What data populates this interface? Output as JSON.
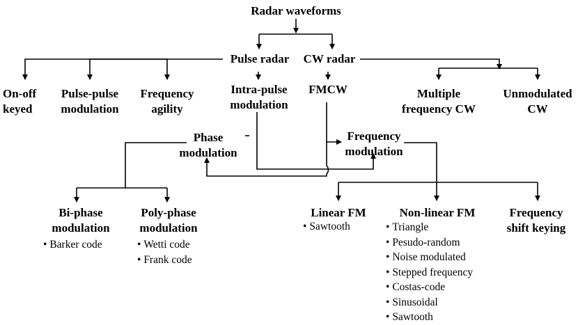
{
  "nodes": {
    "radar_waveforms": "Radar waveforms",
    "pulse_radar": "Pulse radar",
    "cw_radar": "CW radar",
    "on_off_keyed": [
      "On-off",
      "keyed"
    ],
    "pulse_pulse_modulation": [
      "Pulse-pulse",
      "modulation"
    ],
    "frequency_agility": [
      "Frequency",
      "agility"
    ],
    "intra_pulse_modulation": [
      "Intra-pulse",
      "modulation"
    ],
    "fmcw": "FMCW",
    "multiple_frequency_cw": [
      "Multiple",
      "frequency CW"
    ],
    "unmodulated_cw": [
      "Unmodulated",
      "CW"
    ],
    "phase_modulation": [
      "Phase",
      "modulation"
    ],
    "frequency_modulation": [
      "Frequency",
      "modulation"
    ],
    "bi_phase_modulation": [
      "Bi-phase",
      "modulation"
    ],
    "poly_phase_modulation": [
      "Poly-phase",
      "modulation"
    ],
    "linear_fm": "Linear FM",
    "non_linear_fm": "Non-linear FM",
    "frequency_shift_keying": [
      "Frequency",
      "shift keying"
    ]
  },
  "lists": {
    "bi_phase": [
      "Barker code"
    ],
    "poly_phase": [
      "Wetti code",
      "Frank code"
    ],
    "linear_fm": [
      "Sawtooth"
    ],
    "non_linear_fm": [
      "Triangle",
      "Pesudo-random",
      "Noise modulated",
      "Stepped frequency",
      "Costas-code",
      "Sinusoidal",
      "Sawtooth"
    ]
  },
  "colors": {
    "line": "#000000",
    "text": "#000000",
    "background": "#ffffff"
  }
}
